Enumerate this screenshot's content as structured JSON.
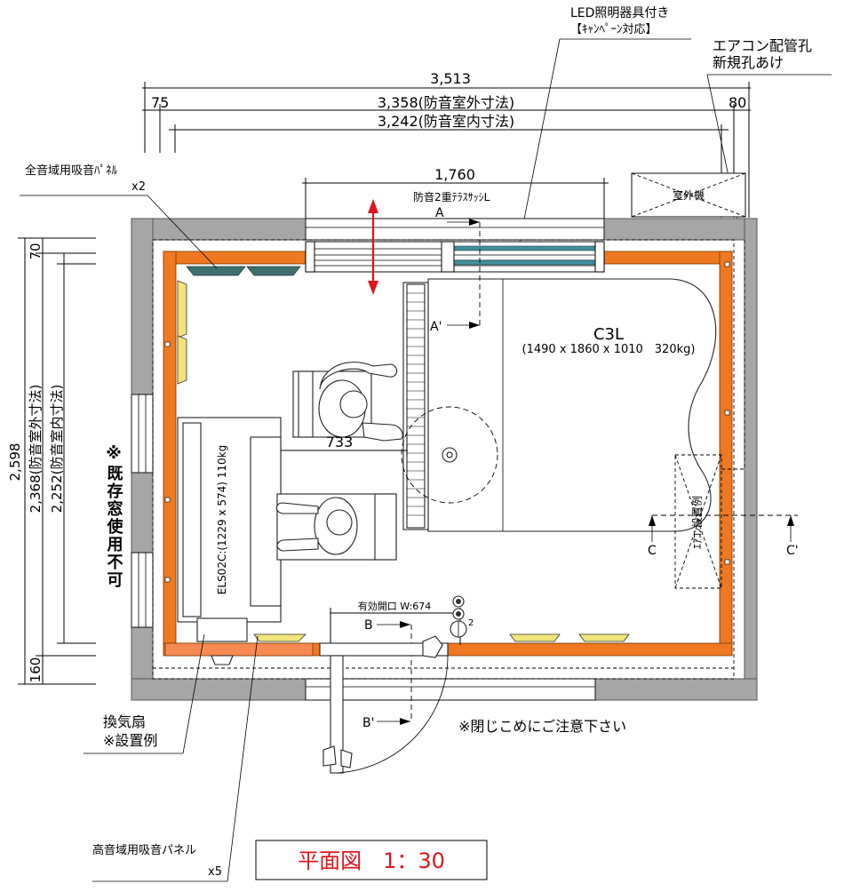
{
  "labels": {
    "led_line1": "LED照明器具付き",
    "led_line2": "【ｷｬﾝﾍﾟｰﾝ対応】",
    "aircon_line1": "エアコン配管孔",
    "aircon_line2": "新規孔あけ",
    "dim_total": "3,513",
    "dim_left": "75",
    "dim_right": "80",
    "dim_outer": "3,358(防音室外寸法)",
    "dim_inner": "3,242(防音室内寸法)",
    "dim_window": "1,760",
    "sash_label": "防音2重ﾃﾗｽｻｯｼL",
    "outdoor_unit": "室外機",
    "panel_full_line1": "全音域用吸音ﾊﾟﾈﾙ",
    "panel_full_line2": "x2",
    "section_a": "A",
    "section_a_prime": "A'",
    "section_b": "B",
    "section_b_prime": "B'",
    "section_c": "C",
    "section_c_prime": "C'",
    "piano_model": "C3L",
    "piano_spec": "(1490 x 1860 x 1010　320kg)",
    "dim_733": "733",
    "sofa_spec": "ELS02C:(1229 x 574) 110kg",
    "aircon_example": "ｴｱｺﾝ設置例",
    "opening": "有効開口 W:674",
    "outlet_count": "2",
    "dim_v_total": "2,598",
    "dim_v_outer": "2,368(防音室外寸法)",
    "dim_v_inner": "2,252(防音室内寸法)",
    "dim_v_top": "70",
    "dim_v_bottom": "160",
    "window_note": "※既存窓使用不可",
    "fan_line1": "換気扇",
    "fan_line2": "※設置例",
    "caution": "※閉じこめにご注意下さい",
    "panel_high_line1": "高音域用吸音パネル",
    "panel_high_line2": "x5",
    "title": "平面図　1：30"
  },
  "colors": {
    "insulation": "#f07820",
    "wall": "#a6a6a6",
    "panel_high": "#f0e47a",
    "panel_full": "#3f6f6f",
    "title_red": "#e0141e"
  }
}
